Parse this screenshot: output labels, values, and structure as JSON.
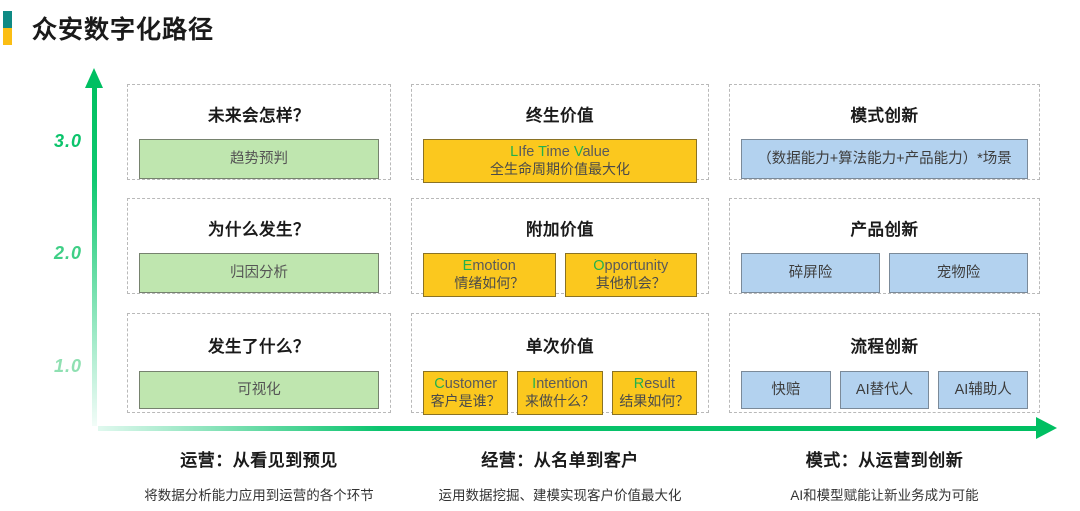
{
  "header": {
    "title": "众安数字化路径",
    "accent_top_color": "#0f8a84",
    "accent_bottom_color": "#fbbe14"
  },
  "axes": {
    "y_ticks": [
      {
        "label": "3.0",
        "color": "#0cc46c"
      },
      {
        "label": "2.0",
        "color": "#3fcf86"
      },
      {
        "label": "1.0",
        "color": "#8fe0b2"
      }
    ],
    "axis_color": "#00bf62"
  },
  "grid": {
    "row_3": {
      "col_1": {
        "title": "未来会怎样？",
        "chips": [
          {
            "style": "green",
            "cn": "趋势预判"
          }
        ]
      },
      "col_2": {
        "title": "终生价值",
        "chips": [
          {
            "style": "yellow",
            "en_prefix": "L",
            "en_rest": "Ife ",
            "en_prefix2": "T",
            "en_rest2": "ime ",
            "en_prefix3": "V",
            "en_rest3": "alue",
            "cn": "全生命周期价值最大化"
          }
        ]
      },
      "col_3": {
        "title": "模式创新",
        "chips": [
          {
            "style": "blue",
            "cn": "（数据能力+算法能力+产品能力）*场景"
          }
        ]
      }
    },
    "row_2": {
      "col_1": {
        "title": "为什么发生？",
        "chips": [
          {
            "style": "green",
            "cn": "归因分析"
          }
        ]
      },
      "col_2": {
        "title": "附加价值",
        "chips": [
          {
            "style": "yellow",
            "en_prefix": "E",
            "en_rest": "motion",
            "cn": "情绪如何？"
          },
          {
            "style": "yellow",
            "en_prefix": "O",
            "en_rest": "pportunity",
            "cn": "其他机会？"
          }
        ]
      },
      "col_3": {
        "title": "产品创新",
        "chips": [
          {
            "style": "blue",
            "cn": "碎屏险"
          },
          {
            "style": "blue",
            "cn": "宠物险"
          }
        ]
      }
    },
    "row_1": {
      "col_1": {
        "title": "发生了什么？",
        "chips": [
          {
            "style": "green",
            "cn": "可视化"
          }
        ]
      },
      "col_2": {
        "title": "单次价值",
        "chips": [
          {
            "style": "yellow",
            "en_prefix": "C",
            "en_rest": "ustomer",
            "cn": "客户是谁？"
          },
          {
            "style": "yellow",
            "en_prefix": "I",
            "en_rest": "ntention",
            "cn": "来做什么？"
          },
          {
            "style": "yellow",
            "en_prefix": "R",
            "en_rest": "esult",
            "cn": "结果如何？"
          }
        ]
      },
      "col_3": {
        "title": "流程创新",
        "chips": [
          {
            "style": "blue",
            "cn": "快赔"
          },
          {
            "style": "blue",
            "cn": "AI替代人"
          },
          {
            "style": "blue",
            "cn": "AI辅助人"
          }
        ]
      }
    }
  },
  "captions": [
    {
      "title": "运营：从看见到预见",
      "subtitle": "将数据分析能力应用到运营的各个环节"
    },
    {
      "title": "经营：从名单到客户",
      "subtitle": "运用数据挖掘、建模实现客户价值最大化"
    },
    {
      "title": "模式：从运营到创新",
      "subtitle": "AI和模型赋能让新业务成为可能"
    }
  ],
  "colors": {
    "green_chip": "#bfe6af",
    "blue_chip": "#b3d2ef",
    "yellow_chip": "#fbc81e",
    "highlight_letter": "#22b14c"
  }
}
